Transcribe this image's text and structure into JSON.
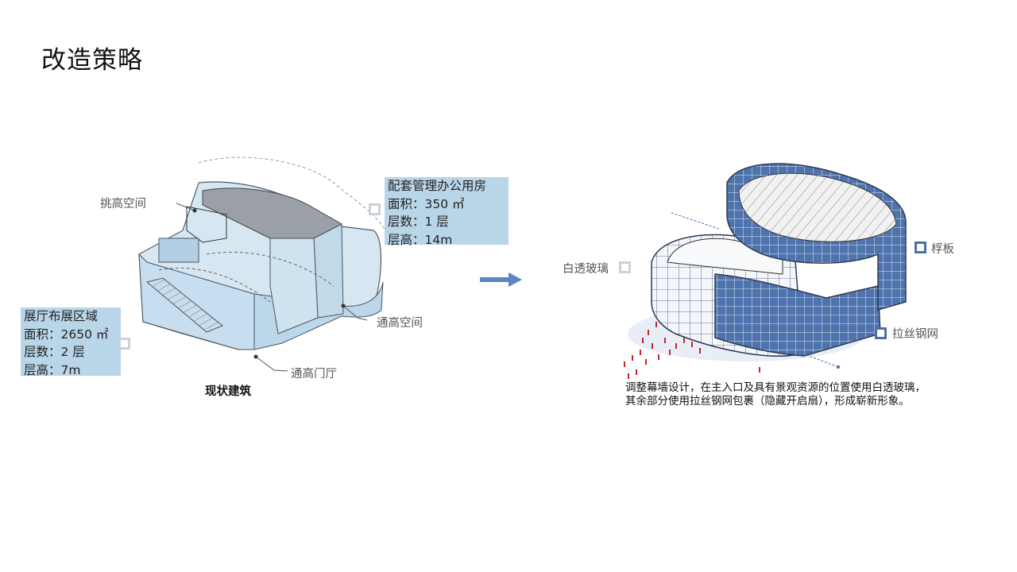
{
  "page": {
    "title": "改造策略"
  },
  "existing": {
    "caption": "现状建筑",
    "office_box": {
      "title": "配套管理办公用房",
      "area": "面积：350 ㎡",
      "floors": "层数：1 层",
      "height": "层高：14m"
    },
    "hall_box": {
      "title": "展厅布展区域",
      "area": "面积：2650 ㎡",
      "floors": "层数：2 层",
      "height": "层高：7m"
    },
    "labels": {
      "tiao_gao": "挑高空间",
      "tong_gao": "通高空间",
      "tong_gao_lobby": "通高门厅"
    }
  },
  "proposal": {
    "labels": {
      "white_glass": "白透玻璃",
      "batten": "桴板",
      "steel_mesh": "拉丝钢网"
    },
    "description_line1": "调整幕墙设计，在主入口及具有景观资源的位置使用白透玻璃，",
    "description_line2": "其余部分使用拉丝钢网包裹（隐藏开启扇），形成崭新形象。"
  },
  "colors": {
    "box_fill": "#b9d5e8",
    "arrow": "#5d85c2",
    "mesh_blue": "#4a6fa5",
    "glass": "#eef3f8"
  }
}
